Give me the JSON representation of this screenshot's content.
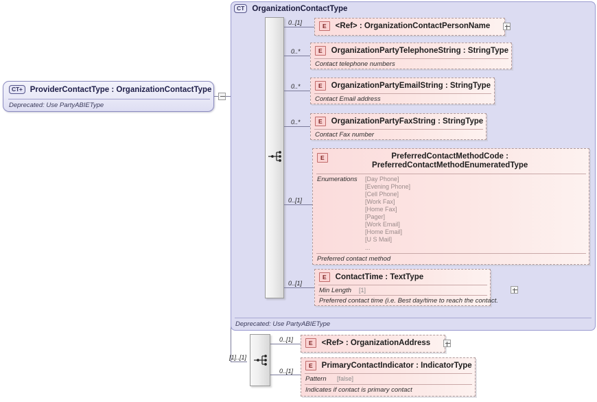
{
  "diagram": {
    "title": "ProviderContactType : OrganizationContactType",
    "kind": "xsd-schema-diagram"
  },
  "root_node": {
    "badge": "CT+",
    "badge_icon": "complextype-expand-icon",
    "title": "ProviderContactType : OrganizationContactType",
    "documentation": "Deprecated: Use PartyABIEType",
    "connector_icon": "minus-collapse-icon"
  },
  "container": {
    "badge": "CT",
    "badge_icon": "complextype-icon",
    "title": "OrganizationContactType",
    "footer_documentation": "Deprecated: Use PartyABIEType"
  },
  "sequence_main": {
    "icon": "sequence-compositor-icon",
    "multiplicity": "[1]..[1]"
  },
  "sequence_bottom": {
    "icon": "sequence-compositor-icon",
    "multiplicity": "[1]..[1]"
  },
  "elements": [
    {
      "badge": "E",
      "badge_icon": "element-icon",
      "name": "<Ref>       : OrganizationContactPersonName",
      "multiplicity": "0..[1]",
      "documentation": null,
      "facet_label": null,
      "facet_value": null,
      "expander": "plus-expand-icon"
    },
    {
      "badge": "E",
      "badge_icon": "element-icon",
      "name": "OrganizationPartyTelephoneString : StringType",
      "multiplicity": "0..*",
      "documentation": "Contact telephone numbers",
      "facet_label": null,
      "facet_value": null,
      "expander": null
    },
    {
      "badge": "E",
      "badge_icon": "element-icon",
      "name": "OrganizationPartyEmailString : StringType",
      "multiplicity": "0..*",
      "documentation": "Contact Email address",
      "facet_label": null,
      "facet_value": null,
      "expander": null
    },
    {
      "badge": "E",
      "badge_icon": "element-icon",
      "name": "OrganizationPartyFaxString : StringType",
      "multiplicity": "0..*",
      "documentation": "Contact Fax number",
      "facet_label": null,
      "facet_value": null,
      "expander": null
    },
    {
      "badge": "E",
      "badge_icon": "element-icon",
      "name": "PreferredContactMethodCode : PreferredContactMethodEnumeratedType",
      "multiplicity": "0..[1]",
      "documentation": "Preferred contact method",
      "facet_label": "Enumerations",
      "facet_value": null,
      "enumerations": [
        "[Day Phone]",
        "[Evening Phone]",
        "[Cell Phone]",
        "[Work Fax]",
        "[Home Fax]",
        "[Pager]",
        "[Work Email]",
        "[Home Email]",
        "[U S Mail]",
        "..."
      ],
      "expander": null
    },
    {
      "badge": "E",
      "badge_icon": "element-icon",
      "name": "ContactTime : TextType",
      "multiplicity": "0..[1]",
      "documentation": "Preferred contact time (i.e. Best day/time to reach the contact.",
      "facet_label": "Min Length",
      "facet_value": "[1]",
      "expander": "plus-expand-icon"
    },
    {
      "badge": "E",
      "badge_icon": "element-icon",
      "name": "<Ref>       : OrganizationAddress",
      "multiplicity": "0..[1]",
      "documentation": null,
      "facet_label": null,
      "facet_value": null,
      "expander": "plus-expand-icon"
    },
    {
      "badge": "E",
      "badge_icon": "element-icon",
      "name": "PrimaryContactIndicator : IndicatorType",
      "multiplicity": "0..[1]",
      "documentation": "Indicates if contact is primary contact",
      "facet_label": "Pattern",
      "facet_value": "[false]",
      "expander": null
    }
  ],
  "colors": {
    "container_bg": "#dcdcf2",
    "element_bg": "#fbdcdc",
    "element_badge": "#fad2d2",
    "root_bg": "#eeeef9",
    "line": "#7a7a9a"
  }
}
